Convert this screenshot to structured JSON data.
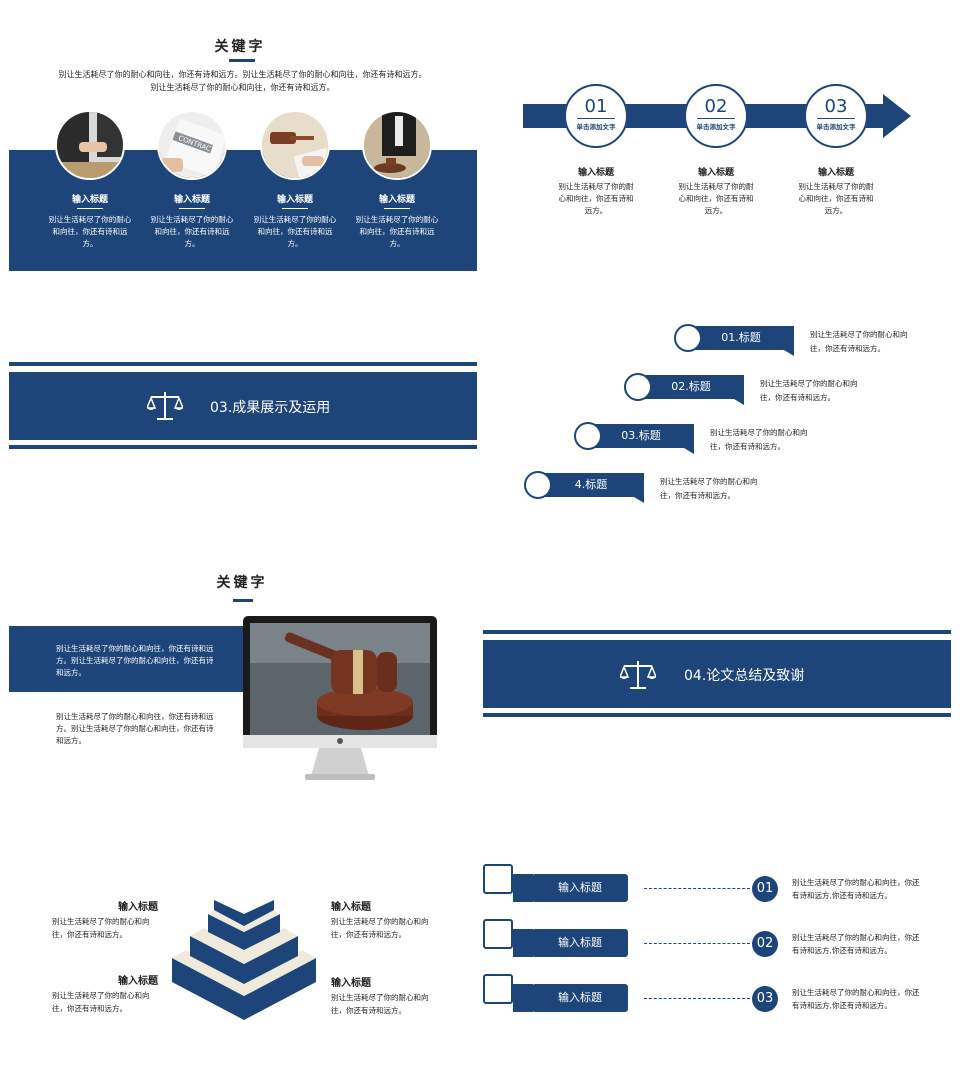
{
  "slide1": {
    "title": "关键字",
    "intro": "别让生活耗尽了你的耐心和向往，你还有诗和远方。别让生活耗尽了你的耐心和向往，你还有诗和远方。别让生活耗尽了你的耐心和向往，你还有诗和远方。",
    "cards": [
      {
        "title": "输入标题",
        "text": "别让生活耗尽了你的耐心和向往，你还有诗和远方。",
        "photo": "handshake-photo"
      },
      {
        "title": "输入标题",
        "text": "别让生活耗尽了你的耐心和向往，你还有诗和远方。",
        "photo": "contract-photo",
        "photo_label": "CONTRACT"
      },
      {
        "title": "输入标题",
        "text": "别让生活耗尽了你的耐心和向往，你还有诗和远方。",
        "photo": "gavel-photo"
      },
      {
        "title": "输入标题",
        "text": "别让生活耗尽了你的耐心和向往，你还有诗和远方。",
        "photo": "lawyer-photo"
      }
    ]
  },
  "slide2": {
    "steps": [
      {
        "num": "01",
        "sub": "单击添加文字",
        "title": "输入标题",
        "text": "别让生活耗尽了你的耐心和向往，你还有诗和远方。"
      },
      {
        "num": "02",
        "sub": "单击添加文字",
        "title": "输入标题",
        "text": "别让生活耗尽了你的耐心和向往，你还有诗和远方。"
      },
      {
        "num": "03",
        "sub": "单击添加文字",
        "title": "输入标题",
        "text": "别让生活耗尽了你的耐心和向往，你还有诗和远方。"
      }
    ]
  },
  "slide3": {
    "section_title": "03.成果展示及运用"
  },
  "slide4": {
    "items": [
      {
        "label": "01.标题",
        "text": "别让生活耗尽了你的耐心和向往，你还有诗和远方。"
      },
      {
        "label": "02.标题",
        "text": "别让生活耗尽了你的耐心和向往，你还有诗和远方。"
      },
      {
        "label": "03.标题",
        "text": "别让生活耗尽了你的耐心和向往，你还有诗和远方。"
      },
      {
        "label": "4.标题",
        "text": "别让生活耗尽了你的耐心和向往，你还有诗和远方。"
      }
    ]
  },
  "slide5": {
    "title": "关键字",
    "text1": "别让生活耗尽了你的耐心和向往，你还有诗和远方。别让生活耗尽了你的耐心和向往，你还有诗和远方。",
    "text2": "别让生活耗尽了你的耐心和向往，你还有诗和远方。别让生活耗尽了你的耐心和向往，你还有诗和远方。"
  },
  "slide6": {
    "section_title": "04.论文总结及致谢"
  },
  "slide7": {
    "blocks": [
      {
        "title": "输入标题",
        "text": "别让生活耗尽了你的耐心和向往，你还有诗和远方。"
      },
      {
        "title": "输入标题",
        "text": "别让生活耗尽了你的耐心和向往，你还有诗和远方。"
      },
      {
        "title": "输入标题",
        "text": "别让生活耗尽了你的耐心和向往，你还有诗和远方。"
      },
      {
        "title": "输入标题",
        "text": "别让生活耗尽了你的耐心和向往，你还有诗和远方。"
      }
    ]
  },
  "slide8": {
    "rows": [
      {
        "label": "输入标题",
        "num": "01",
        "text": "别让生活耗尽了你的耐心和向往，你还有诗和远方,你还有诗和远方。"
      },
      {
        "label": "输入标题",
        "num": "02",
        "text": "别让生活耗尽了你的耐心和向往，你还有诗和远方,你还有诗和远方。"
      },
      {
        "label": "输入标题",
        "num": "03",
        "text": "别让生活耗尽了你的耐心和向往，你还有诗和远方,你还有诗和远方。"
      }
    ]
  },
  "colors": {
    "primary": "#1e4579",
    "background": "#ffffff"
  }
}
